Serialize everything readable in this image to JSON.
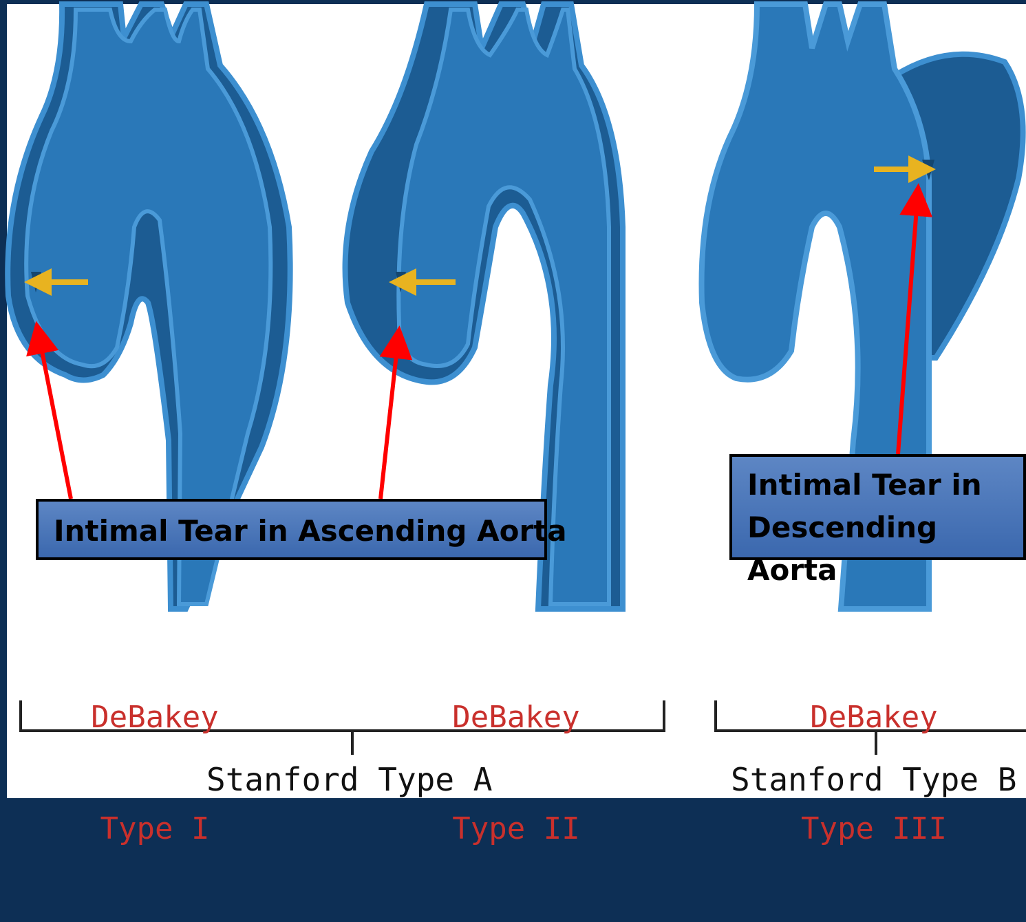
{
  "callouts": {
    "ascending": "Intimal Tear in Ascending Aorta",
    "descending_line1": "Intimal Tear in",
    "descending_line2": "Descending Aorta"
  },
  "debakey": [
    {
      "name": "DeBakey",
      "type": "Type I"
    },
    {
      "name": "DeBakey",
      "type": "Type II"
    },
    {
      "name": "DeBakey",
      "type": "Type III"
    }
  ],
  "stanford": {
    "a": "Stanford Type A",
    "b": "Stanford Type B"
  },
  "colors": {
    "background": "#0d2f55",
    "aorta": "#2a78b8",
    "aorta_wall": "#3d8fd0",
    "aorta_dark": "#1c5c93",
    "tear_arrow": "#e8b320",
    "pointer_arrow": "#ff0000",
    "debakey_text": "#c9302c"
  }
}
